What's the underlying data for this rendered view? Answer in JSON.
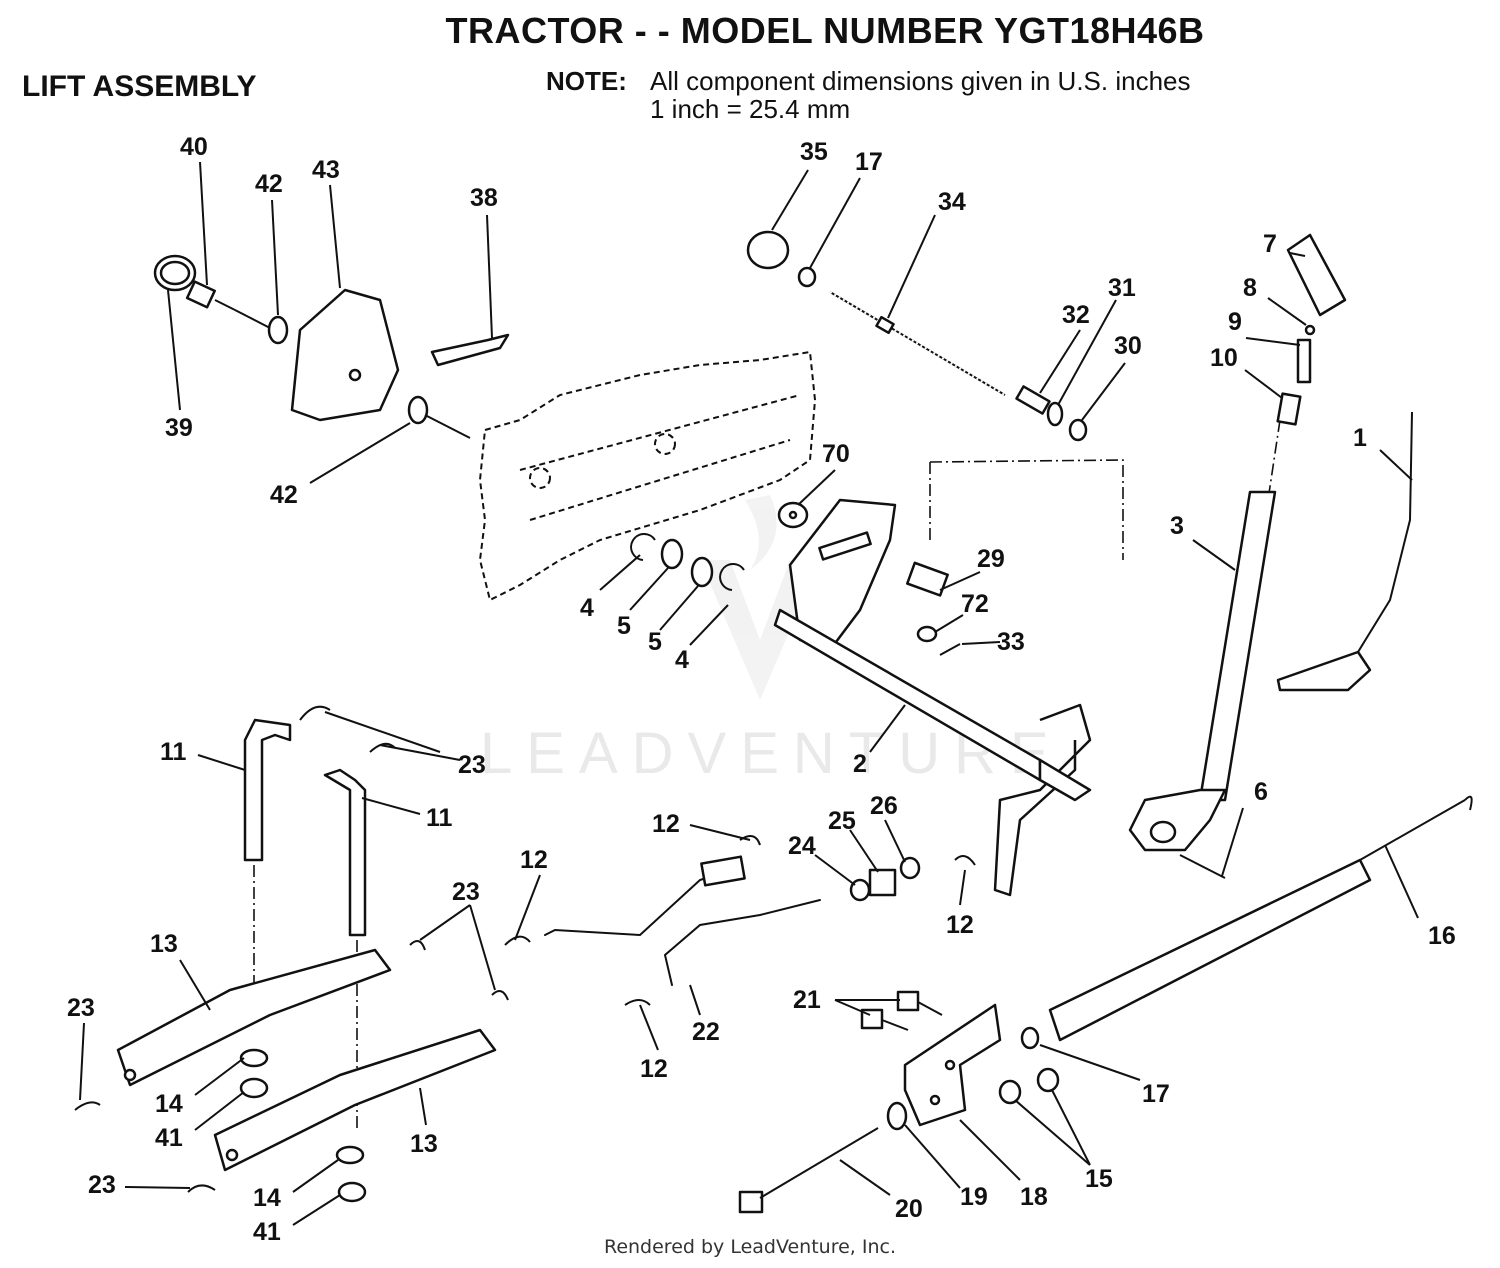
{
  "header": {
    "title": "TRACTOR - - MODEL NUMBER YGT18H46B",
    "section": "LIFT ASSEMBLY",
    "note_label": "NOTE:",
    "note_line1": "All component dimensions given in U.S. inches",
    "note_line2": "1 inch = 25.4 mm"
  },
  "watermark": "LEADVENTURE",
  "footer": "Rendered by LeadVenture, Inc.",
  "callouts": {
    "c1": "1",
    "c2": "2",
    "c3": "3",
    "c4a": "4",
    "c4b": "4",
    "c5a": "5",
    "c5b": "5",
    "c6": "6",
    "c7": "7",
    "c8": "8",
    "c9": "9",
    "c10": "10",
    "c11a": "11",
    "c11b": "11",
    "c12a": "12",
    "c12b": "12",
    "c12c": "12",
    "c12d": "12",
    "c13a": "13",
    "c13b": "13",
    "c14a": "14",
    "c14b": "14",
    "c15": "15",
    "c16": "16",
    "c17a": "17",
    "c17b": "17",
    "c18": "18",
    "c19": "19",
    "c20": "20",
    "c21": "21",
    "c22": "22",
    "c23a": "23",
    "c23b": "23",
    "c23c": "23",
    "c23d": "23",
    "c24": "24",
    "c25": "25",
    "c26": "26",
    "c29": "29",
    "c30": "30",
    "c31": "31",
    "c32": "32",
    "c33": "33",
    "c34": "34",
    "c35": "35",
    "c38": "38",
    "c39": "39",
    "c40": "40",
    "c41a": "41",
    "c41b": "41",
    "c42a": "42",
    "c42b": "42",
    "c43": "43",
    "c70": "70",
    "c72": "72"
  }
}
